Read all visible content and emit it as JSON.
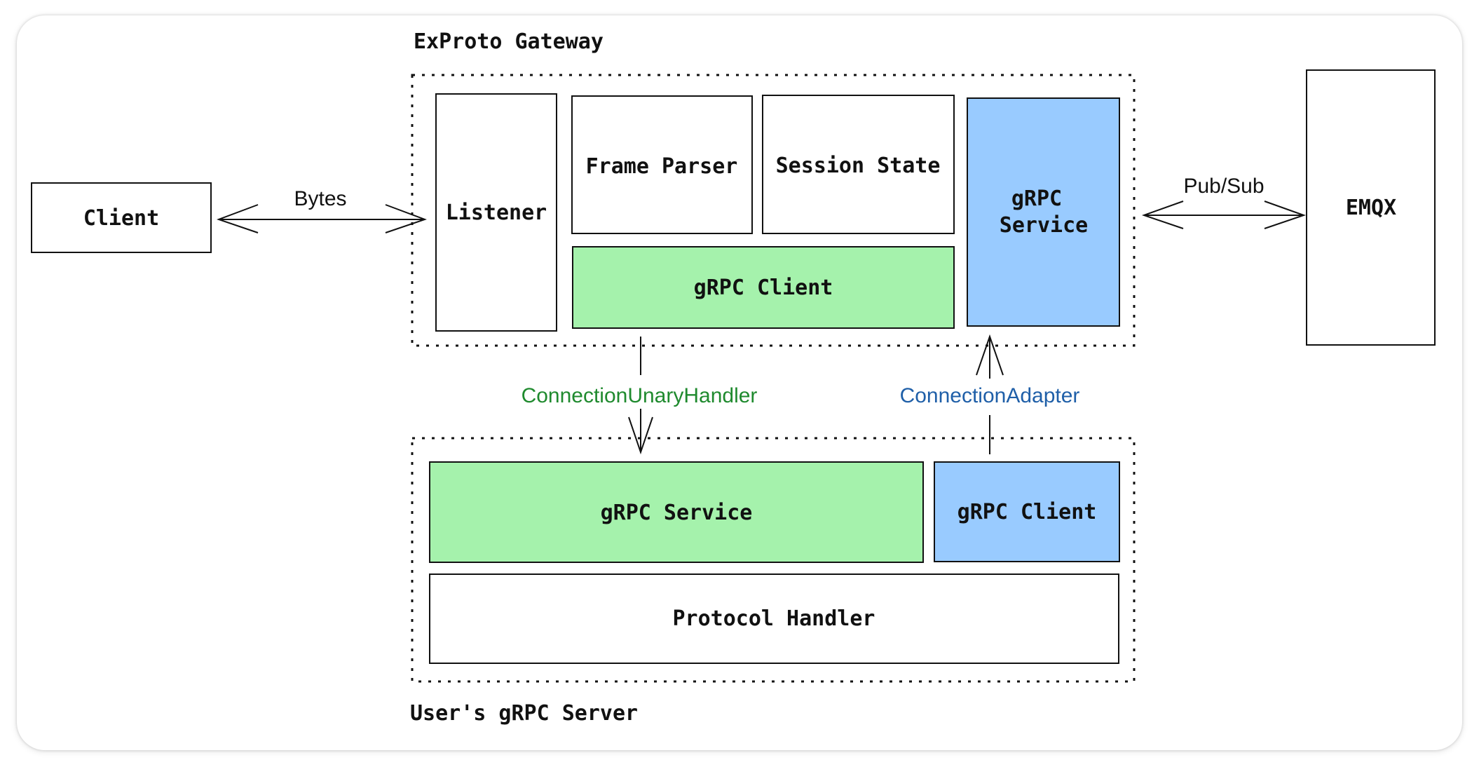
{
  "colors": {
    "green": "#a5f2ac",
    "blue": "#99cbff",
    "green_text": "#1f8a2e",
    "blue_text": "#1f5fa8",
    "stroke": "#111111"
  },
  "gateway": {
    "title": "ExProto Gateway",
    "listener": "Listener",
    "frame_parser": "Frame Parser",
    "session_state": "Session State",
    "grpc_client": "gRPC Client",
    "grpc_service_line1": "gRPC",
    "grpc_service_line2": "Service"
  },
  "server": {
    "title": "User's gRPC Server",
    "grpc_service": "gRPC Service",
    "grpc_client": "gRPC Client",
    "protocol_handler": "Protocol Handler"
  },
  "client": {
    "label": "Client"
  },
  "emqx": {
    "label": "EMQX"
  },
  "edges": {
    "bytes": "Bytes",
    "pubsub": "Pub/Sub",
    "connection_unary_handler": "ConnectionUnaryHandler",
    "connection_adapter": "ConnectionAdapter"
  }
}
